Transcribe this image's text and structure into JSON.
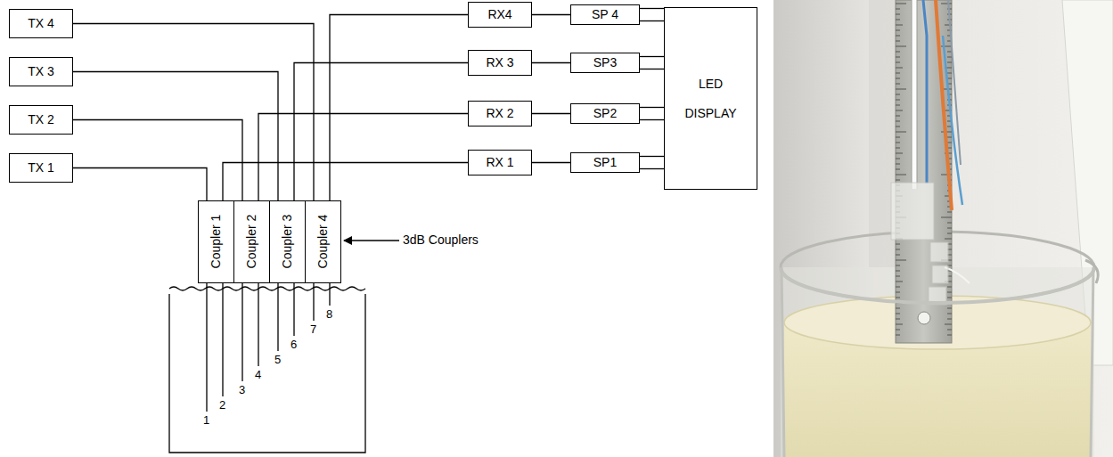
{
  "diagram": {
    "nodes": [
      {
        "text": [
          "TX 4"
        ]
      },
      {
        "text": [
          "TX 3"
        ]
      },
      {
        "text": [
          "TX 2"
        ]
      },
      {
        "text": [
          "TX 1"
        ]
      },
      {
        "text": [
          "RX4"
        ]
      },
      {
        "text": [
          "RX 3"
        ]
      },
      {
        "text": [
          "RX 2"
        ]
      },
      {
        "text": [
          "RX 1"
        ]
      },
      {
        "text": [
          "SP 4"
        ]
      },
      {
        "text": [
          "SP3"
        ]
      },
      {
        "text": [
          "SP2"
        ]
      },
      {
        "text": [
          "SP1"
        ]
      },
      {
        "text": [
          "LED DISPLAY"
        ]
      },
      {
        "text": [
          "Coupler 1"
        ]
      },
      {
        "text": [
          "Coupler 2"
        ]
      },
      {
        "text": [
          "Coupler 3"
        ]
      },
      {
        "text": [
          "Coupler 4"
        ]
      }
    ],
    "edges": [
      {
        "from": 3,
        "to": 13,
        "arrow": "none"
      },
      {
        "from": 2,
        "to": 14,
        "arrow": "none"
      },
      {
        "from": 1,
        "to": 15,
        "arrow": "none"
      },
      {
        "from": 0,
        "to": 16,
        "arrow": "none"
      },
      {
        "from": 13,
        "to": 7,
        "arrow": "none"
      },
      {
        "from": 14,
        "to": 6,
        "arrow": "none"
      },
      {
        "from": 15,
        "to": 5,
        "arrow": "none"
      },
      {
        "from": 16,
        "to": 4,
        "arrow": "none"
      },
      {
        "from": 4,
        "to": 8,
        "arrow": "none"
      },
      {
        "from": 5,
        "to": 9,
        "arrow": "none"
      },
      {
        "from": 6,
        "to": 10,
        "arrow": "none"
      },
      {
        "from": 7,
        "to": 11,
        "arrow": "none"
      },
      {
        "from": 8,
        "to": 12,
        "arrow": "none"
      },
      {
        "from": 8,
        "to": 12,
        "arrow": "none"
      },
      {
        "from": 9,
        "to": 12,
        "arrow": "none"
      },
      {
        "from": 9,
        "to": 12,
        "arrow": "none"
      },
      {
        "from": 10,
        "to": 12,
        "arrow": "none"
      },
      {
        "from": 10,
        "to": 12,
        "arrow": "none"
      },
      {
        "from": 11,
        "to": 12,
        "arrow": "none"
      },
      {
        "from": 11,
        "to": 12,
        "arrow": "none"
      }
    ],
    "labels": [
      "3dB Couplers",
      "1",
      "2",
      "3",
      "4",
      "5",
      "6",
      "7",
      "8"
    ]
  }
}
